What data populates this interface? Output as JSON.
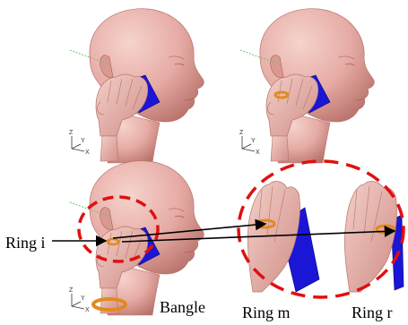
{
  "labels": {
    "ring_i": "Ring i",
    "bangle": "Bangle",
    "ring_m": "Ring m",
    "ring_r": "Ring r"
  },
  "axes": {
    "z": "Z",
    "y": "Y",
    "x": "X"
  },
  "colors": {
    "skin": "#e6aca5",
    "skin_shadow": "#c98079",
    "phone": "#1b16d6",
    "jewelry": "#e08a1f",
    "callout_dash": "#e01010",
    "arrow": "#000000",
    "antenna": "#6cc56c"
  }
}
